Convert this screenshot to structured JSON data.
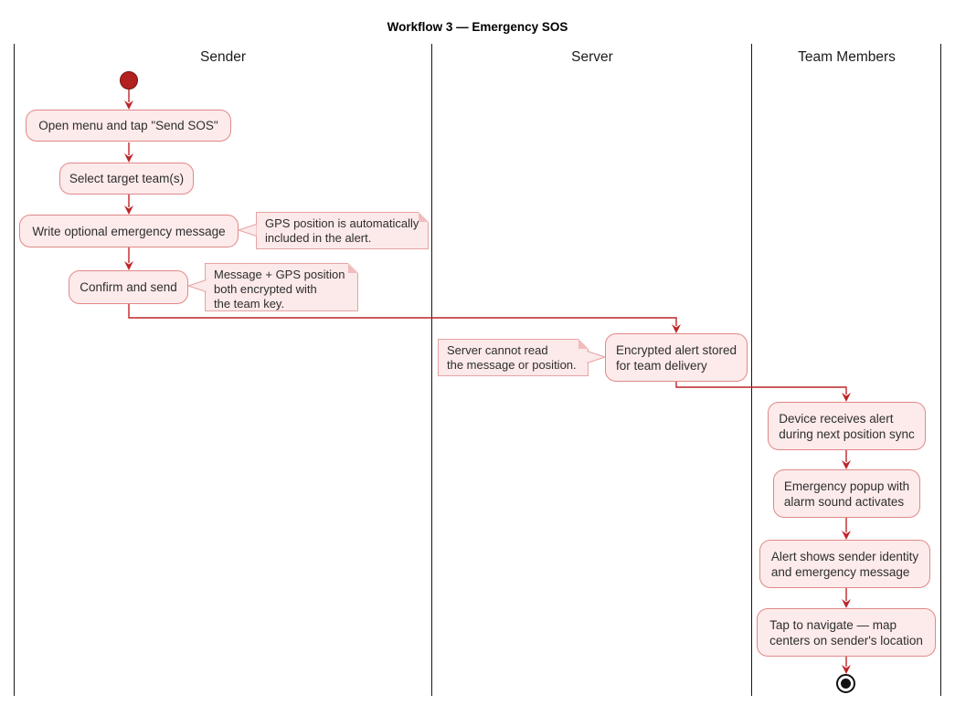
{
  "title": "Workflow 3 — Emergency SOS",
  "lanes": [
    {
      "label": "Sender"
    },
    {
      "label": "Server"
    },
    {
      "label": "Team Members"
    }
  ],
  "activities": {
    "open_menu": {
      "lines": [
        "Open menu and tap \"Send SOS\""
      ]
    },
    "select_team": {
      "lines": [
        "Select target team(s)"
      ]
    },
    "write_message": {
      "lines": [
        "Write optional emergency message"
      ]
    },
    "confirm_send": {
      "lines": [
        "Confirm and send"
      ]
    },
    "encrypted_stored": {
      "lines": [
        "Encrypted alert stored",
        "for team delivery"
      ]
    },
    "device_receives": {
      "lines": [
        "Device receives alert",
        "during next position sync"
      ]
    },
    "emergency_popup": {
      "lines": [
        "Emergency popup with",
        "alarm sound activates"
      ]
    },
    "alert_shows": {
      "lines": [
        "Alert shows sender identity",
        "and emergency message"
      ]
    },
    "tap_navigate": {
      "lines": [
        "Tap to navigate — map",
        "centers on sender's location"
      ]
    }
  },
  "notes": {
    "gps_auto": {
      "lines": [
        "GPS position is automatically",
        "included in the alert."
      ]
    },
    "encrypted_key": {
      "lines": [
        "Message + GPS position",
        "both encrypted with",
        "the team key."
      ]
    },
    "server_blind": {
      "lines": [
        "Server cannot read",
        "the message or position."
      ]
    }
  },
  "colors": {
    "arrow": "#BE2429",
    "activity_fill": "#FDEBEB",
    "activity_border": "#E08888",
    "note_fill": "#FCE9E9",
    "note_border": "#E6A3A3",
    "start_node": "#B32020",
    "end_node": "#111111",
    "lane_line": "#161616"
  }
}
